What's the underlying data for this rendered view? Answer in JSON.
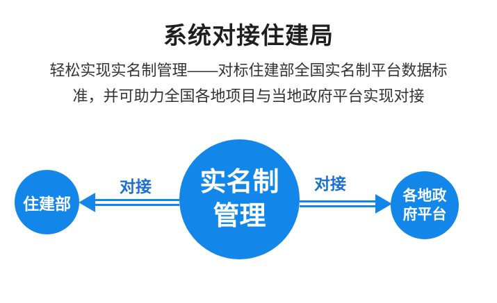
{
  "page": {
    "title": "系统对接住建局",
    "subtitle_line1": "轻松实现实名制管理——对标住建部全国实名制平台数据标",
    "subtitle_line2": "准，并可助力全国各地项目与当地政府平台实现对接"
  },
  "diagram": {
    "nodes": {
      "left": {
        "label": "住建部"
      },
      "center": {
        "line1": "实名制",
        "line2": "管理"
      },
      "right": {
        "line1": "各地政",
        "line2": "府平台"
      }
    },
    "connectors": {
      "left": {
        "label": "对接",
        "direction": "left"
      },
      "right": {
        "label": "对接",
        "direction": "right"
      }
    }
  },
  "colors": {
    "primary_blue": "#1287e9",
    "connector_label_blue": "#1a6fd4",
    "title_text": "#1f1f1f",
    "body_text": "#333333",
    "node_text": "#ffffff",
    "background": "#ffffff"
  }
}
